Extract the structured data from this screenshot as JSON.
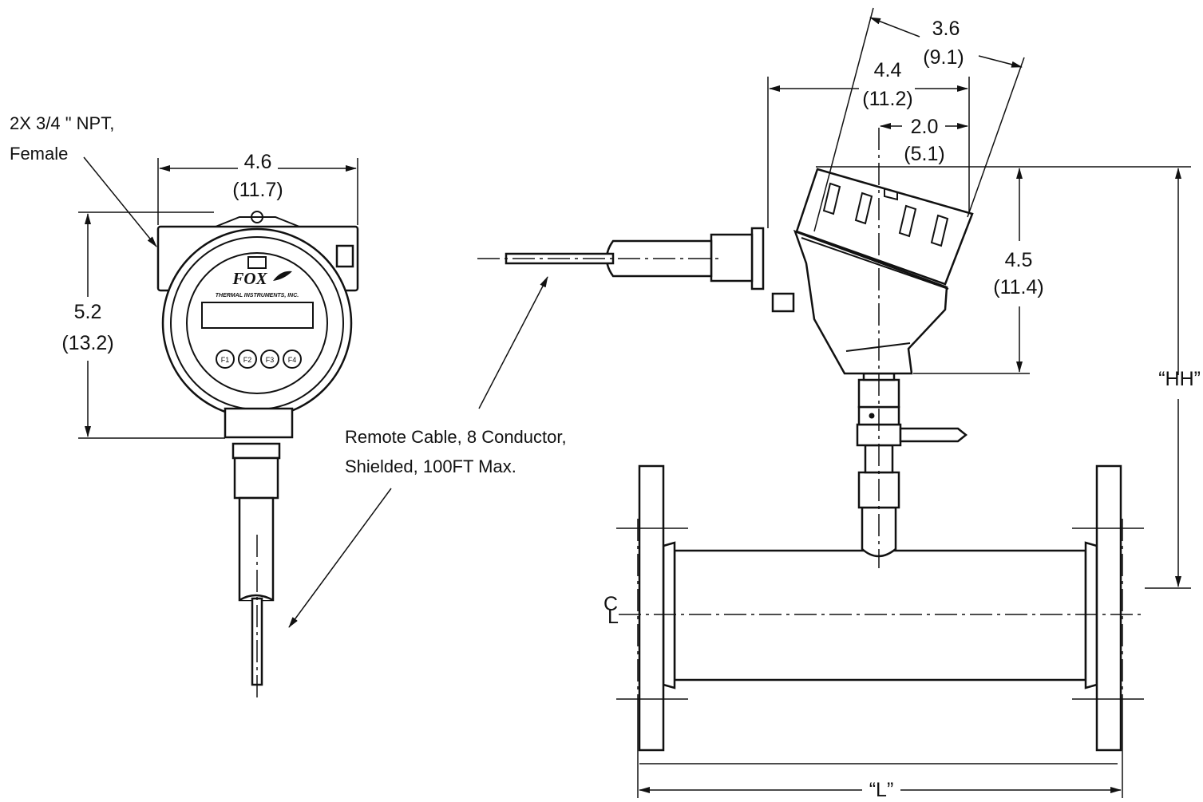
{
  "notes": {
    "npt_line1": "2X 3/4 \" NPT,",
    "npt_line2": "Female",
    "cable_line1": "Remote Cable, 8 Conductor,",
    "cable_line2": "Shielded, 100FT Max."
  },
  "logo": {
    "brand": "FOX",
    "tagline": "THERMAL INSTRUMENTS, INC."
  },
  "keys": [
    "F1",
    "F2",
    "F3",
    "F4"
  ],
  "dimensions": {
    "enclosure_width": {
      "in": "4.6",
      "cm": "(11.7)"
    },
    "enclosure_height": {
      "in": "5.2",
      "cm": "(13.2)"
    },
    "head_diameter": {
      "in": "3.6",
      "cm": "(9.1)"
    },
    "head_width": {
      "in": "4.4",
      "cm": "(11.2)"
    },
    "head_offset": {
      "in": "2.0",
      "cm": "(5.1)"
    },
    "head_height": {
      "in": "4.5",
      "cm": "(11.4)"
    },
    "overall_height": "“HH”",
    "length": "“L”"
  },
  "centerline": {
    "c": "C",
    "l": "L"
  }
}
